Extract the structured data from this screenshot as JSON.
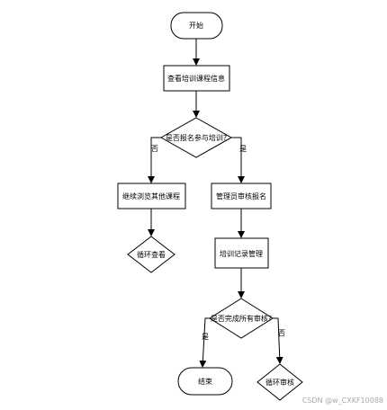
{
  "nodes": {
    "start": "开始",
    "view_info": "查看培训课程信息",
    "decision_register": "是否报名参与培训?",
    "browse_other": "继续浏览其他课程",
    "loop_view": "循环查看",
    "admin_review": "管理员审核报名",
    "records": "培训记录管理",
    "decision_review": "是否完成所有审核?",
    "end": "结束",
    "loop_review": "循环审核"
  },
  "edges": {
    "register_no": "否",
    "register_yes": "是",
    "review_yes": "是",
    "review_no": "否"
  },
  "watermark": "CSDN @w_CXKF10088",
  "colors": {
    "stroke": "#000000",
    "fill": "#ffffff",
    "watermark": "#a8a8a8"
  }
}
